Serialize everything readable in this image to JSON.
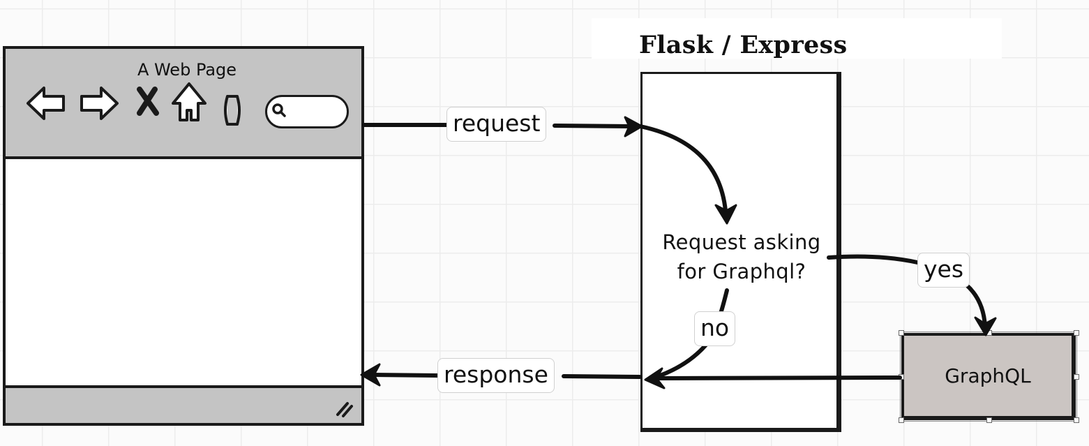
{
  "server": {
    "title": "Flask / Express"
  },
  "browser": {
    "title": "A Web Page"
  },
  "decision": {
    "line1": "Request asking",
    "line2": "for Graphql?"
  },
  "graphql": {
    "label": "GraphQL"
  },
  "edges": {
    "request": "request",
    "response": "response",
    "yes": "yes",
    "no": "no"
  }
}
